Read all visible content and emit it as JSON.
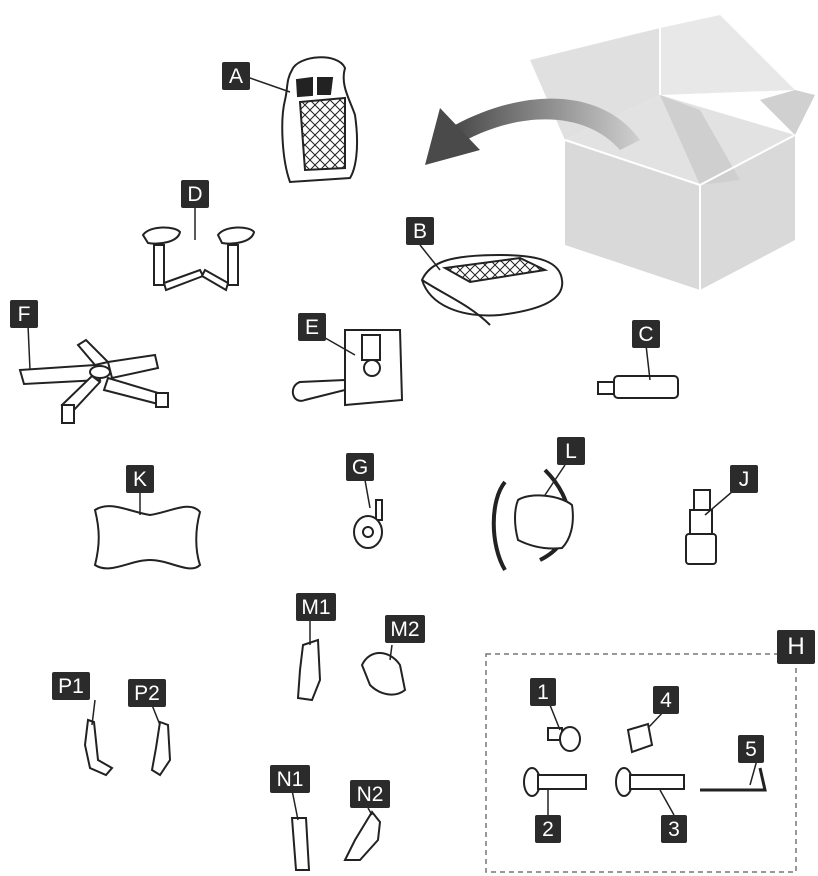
{
  "labels": {
    "A": "A",
    "B": "B",
    "C": "C",
    "D": "D",
    "E": "E",
    "F": "F",
    "G": "G",
    "H": "H",
    "J": "J",
    "K": "K",
    "L": "L",
    "M1": "M1",
    "M2": "M2",
    "N1": "N1",
    "N2": "N2",
    "P1": "P1",
    "P2": "P2",
    "h1": "1",
    "h2": "2",
    "h3": "3",
    "h4": "4",
    "h5": "5"
  },
  "colors": {
    "label_bg": "#2b2b2b",
    "box": "#d9d9d9",
    "arrow": "#555555",
    "stroke": "#222222"
  },
  "icons": [
    "open-box-icon",
    "unpack-arrow-icon"
  ]
}
